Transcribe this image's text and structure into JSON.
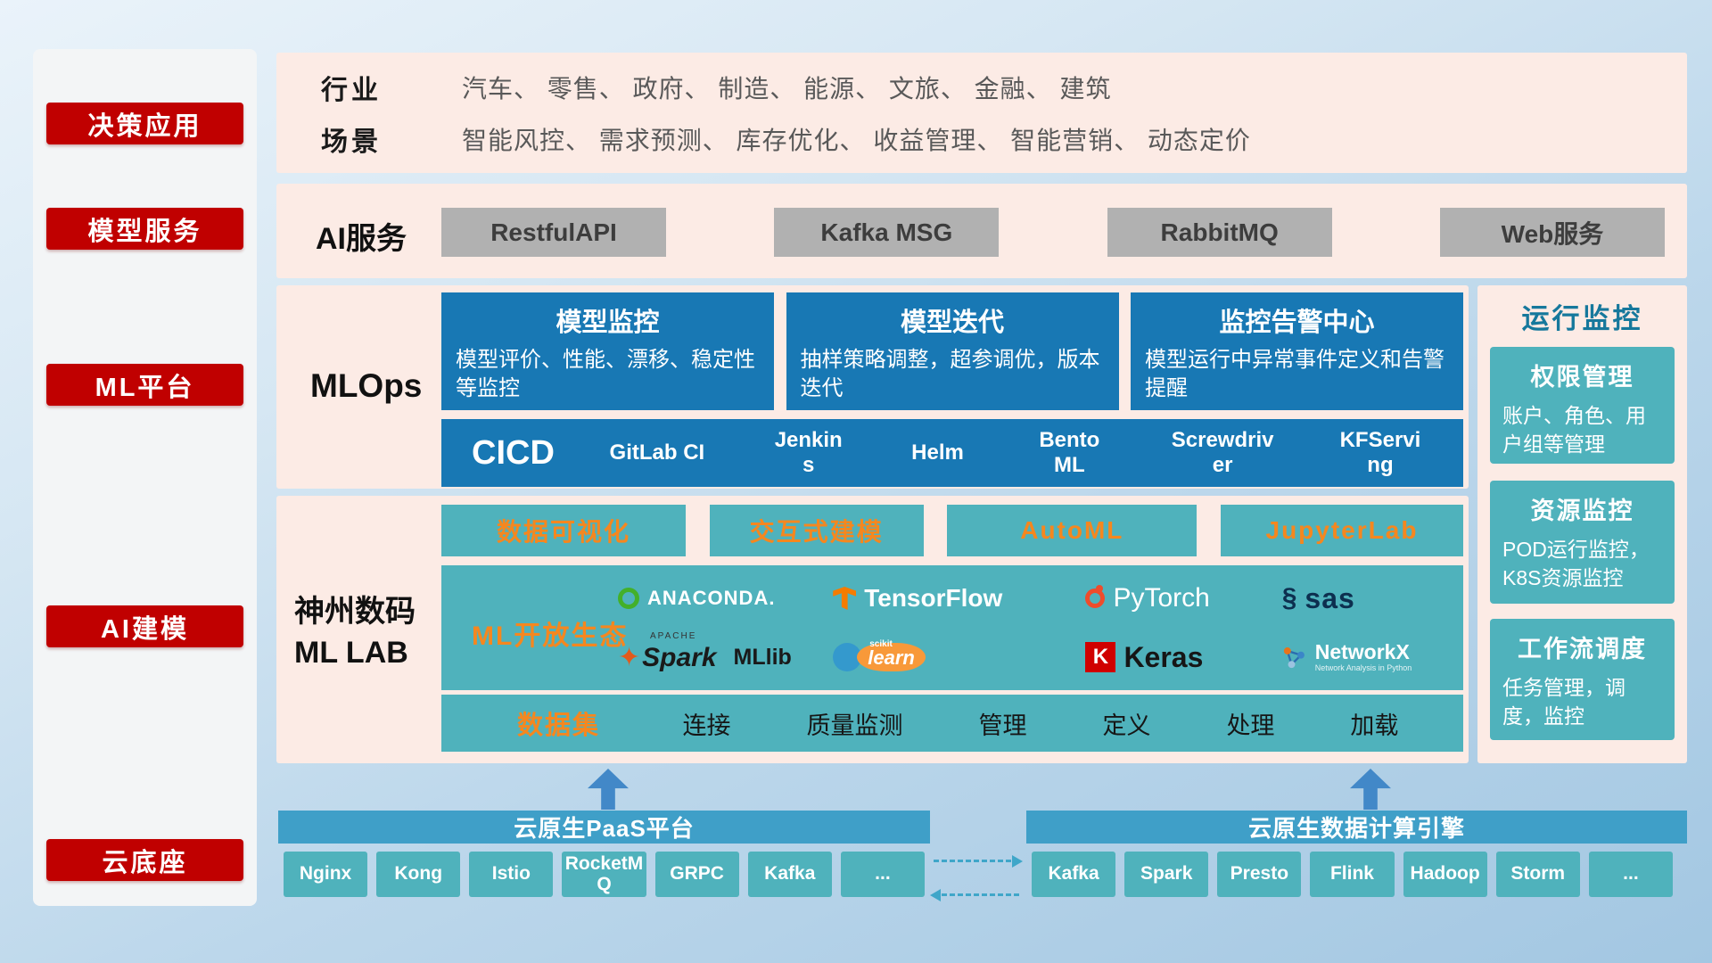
{
  "sidebar": {
    "items": [
      {
        "label": "决策应用"
      },
      {
        "label": "模型服务"
      },
      {
        "label": "ML平台"
      },
      {
        "label": "AI建模"
      },
      {
        "label": "云底座"
      }
    ]
  },
  "industry": {
    "rows": [
      {
        "label": "行业",
        "text": "汽车、 零售、 政府、 制造、 能源、 文旅、 金融、 建筑"
      },
      {
        "label": "场景",
        "text": "智能风控、 需求预测、 库存优化、 收益管理、 智能营销、 动态定价"
      }
    ]
  },
  "ai_service": {
    "label": "AI服务",
    "buttons": [
      "RestfulAPI",
      "Kafka MSG",
      "RabbitMQ",
      "Web服务"
    ]
  },
  "mlops": {
    "label": "MLOps",
    "cards": [
      {
        "title": "模型监控",
        "desc": "模型评价、性能、漂移、稳定性等监控"
      },
      {
        "title": "模型迭代",
        "desc": "抽样策略调整，超参调优，版本迭代"
      },
      {
        "title": "监控告警中心",
        "desc": "模型运行中异常事件定义和告警提醒"
      }
    ],
    "cicd_label": "CICD",
    "cicd_tools": [
      "GitLab CI",
      "Jenkins",
      "Helm",
      "BentoML",
      "Screwdriver",
      "KFServing"
    ]
  },
  "mllab": {
    "label_line1": "神州数码",
    "label_line2": "ML LAB",
    "feature_buttons": [
      "数据可视化",
      "交互式建模",
      "AutoML",
      "JupyterLab"
    ],
    "ecosystem_label": "ML开放生态",
    "logos": {
      "anaconda": "ANACONDA.",
      "tensorflow": "TensorFlow",
      "pytorch": "PyTorch",
      "sas": "sas",
      "spark_apache": "APACHE",
      "spark_star": "✦",
      "spark": "Spark",
      "mllib": "MLlib",
      "scikit_top": "scikit",
      "scikit_learn": "learn",
      "keras_k": "K",
      "keras": "Keras",
      "networkx": "NetworkX",
      "networkx_sub": "Network Analysis in Python"
    },
    "dataset_label": "数据集",
    "dataset_items": [
      "连接",
      "质量监测",
      "管理",
      "定义",
      "处理",
      "加载"
    ]
  },
  "monitoring": {
    "title": "运行监控",
    "cards": [
      {
        "title": "权限管理",
        "desc": "账户、角色、用户组等管理"
      },
      {
        "title": "资源监控",
        "desc": "POD运行监控，K8S资源监控"
      },
      {
        "title": "工作流调度",
        "desc": "任务管理，调度，监控"
      }
    ]
  },
  "cloud_base": {
    "paas": {
      "title": "云原生PaaS平台",
      "buttons": [
        "Nginx",
        "Kong",
        "Istio",
        "RocketMQ",
        "GRPC",
        "Kafka",
        "..."
      ]
    },
    "engine": {
      "title": "云原生数据计算引擎",
      "buttons": [
        "Kafka",
        "Spark",
        "Presto",
        "Flink",
        "Hadoop",
        "Storm",
        "..."
      ]
    }
  },
  "colors": {
    "red_accent": "#c00000",
    "pink_band": "#fcebe5",
    "blue_card": "#1878b4",
    "teal": "#4fb2bc",
    "bar_blue": "#3f9fc8",
    "orange_text": "#f5871f",
    "gray_button": "#b1b1b1"
  }
}
